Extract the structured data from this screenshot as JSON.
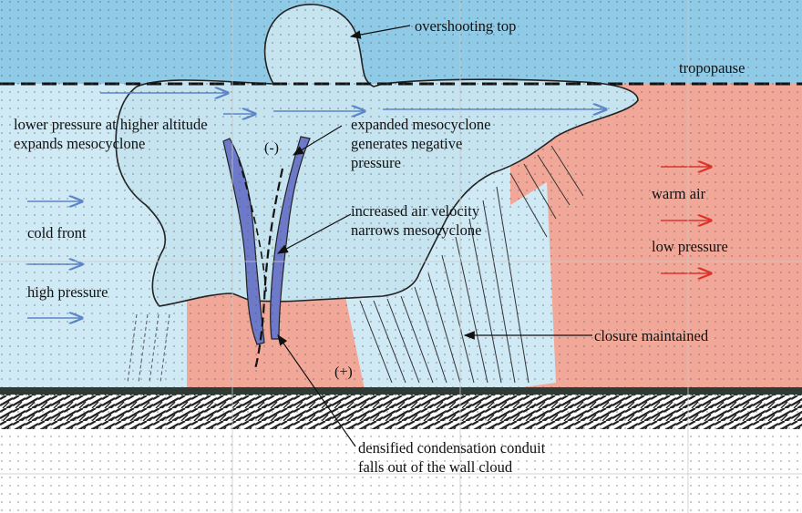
{
  "labels": {
    "overshooting_top": "overshooting top",
    "tropopause": "tropopause",
    "lower_pressure": [
      "lower pressure at higher altitude",
      "expands mesocyclone"
    ],
    "expanded_meso": [
      "expanded mesocyclone",
      "generates negative",
      "pressure"
    ],
    "increased_velocity": [
      "increased air velocity",
      "narrows mesocyclone"
    ],
    "cold_front": "cold front",
    "high_pressure": "high pressure",
    "warm_air": "warm air",
    "low_pressure": "low pressure",
    "closure_maintained": "closure maintained",
    "densified": [
      "densified condensation conduit",
      "falls out of the wall cloud"
    ],
    "minus_sign": "(-)",
    "plus_sign": "(+)"
  },
  "colors": {
    "stratosphere_blue": "#8fcbe6",
    "cold_air_blue": "#cfe9f5",
    "warm_air_red": "#f2a898",
    "cloud_fill": "#c6e3f0",
    "ground_dark": "#2e3a33",
    "arrow_blue": "#5d86c9",
    "arrow_red": "#e0322c",
    "mesocyclone_blue": "#6d79c9"
  },
  "icons": [
    "blue-arrow-icon",
    "red-arrow-icon",
    "mesocyclone-icon",
    "storm-cloud-icon"
  ]
}
